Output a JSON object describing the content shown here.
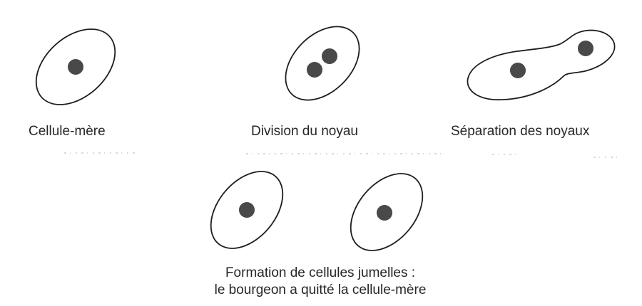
{
  "stages": {
    "mother": {
      "label": "Cellule-mère"
    },
    "nucleus_division": {
      "label": "Division du noyau"
    },
    "nuclei_separation": {
      "label": "Séparation des noyaux"
    },
    "twin_formation": {
      "label_line1": "Formation de cellules jumelles :",
      "label_line2": "le bourgeon a quitté la cellule-mère"
    }
  },
  "colors": {
    "outline": "#1e1e1e",
    "nucleus": "#3c3c3c",
    "text": "#262626",
    "background": "#ffffff"
  }
}
